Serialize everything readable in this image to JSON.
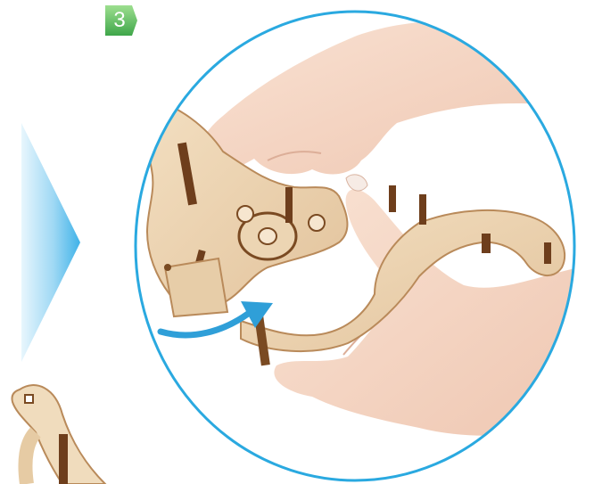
{
  "step": {
    "number": "3",
    "badge_color": "#5fb55f",
    "badge_color_light": "#8fd88a"
  },
  "icons": {
    "step_arrow": "chevron-right-gradient",
    "motion_arrow": "curved-arrow",
    "circle_color": "#2aa9e0"
  }
}
